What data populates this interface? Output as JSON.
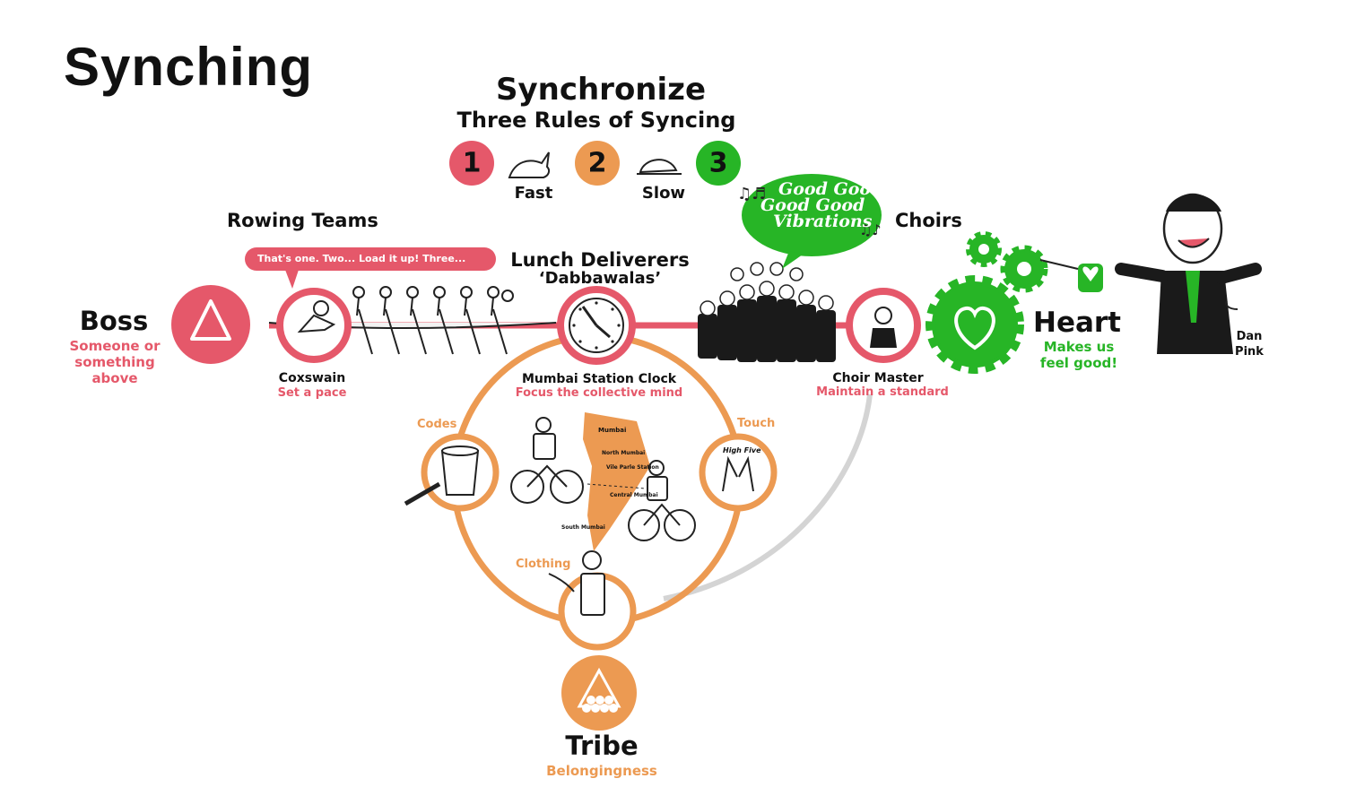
{
  "page": {
    "title": "Synching"
  },
  "header": {
    "title": "Synchronize",
    "subtitle": "Three Rules of Syncing",
    "rules": [
      {
        "number": "1",
        "label": "Fast",
        "color": "#e5586a",
        "icon": "rabbit-icon"
      },
      {
        "number": "2",
        "label": "Slow",
        "color": "#ec9a52",
        "icon": "turtle-icon"
      },
      {
        "number": "3",
        "label": "",
        "color": "#27b526",
        "icon": ""
      }
    ]
  },
  "colors": {
    "red": "#e5586a",
    "orange": "#ec9a52",
    "green": "#27b526",
    "gray": "#d4d4d4"
  },
  "boss": {
    "title": "Boss",
    "lines": [
      "Someone or",
      "something",
      "above"
    ],
    "icon": "triangle-icon"
  },
  "rowing": {
    "title": "Rowing Teams",
    "speech": "That's one.   Two...   Load it up!  Three...",
    "node_title": "Coxswain",
    "node_sub": "Set a pace",
    "icon": "rowing-crew-icon"
  },
  "lunch": {
    "title": "Lunch Deliverers",
    "subtitle": "‘Dabbawalas’",
    "node_title": "Mumbai Station Clock",
    "node_sub": "Focus the collective mind",
    "icon": "clock-icon",
    "map_labels": [
      "Mumbai",
      "North Mumbai",
      "Vile Parle Station",
      "Central Mumbai",
      "South Mumbai"
    ]
  },
  "choirs": {
    "title": "Choirs",
    "bubble": [
      "Good Good",
      "Good Good",
      "Vibrations"
    ],
    "node_title": "Choir Master",
    "node_sub": "Maintain a standard",
    "icon": "choir-icon"
  },
  "heart": {
    "title": "Heart",
    "lines": [
      "Makes us",
      "feel good!"
    ],
    "person": [
      "Dan",
      "Pink"
    ],
    "icon": "heart-gear-icon"
  },
  "tribe": {
    "title": "Tribe",
    "subtitle": "Belongingness",
    "codes": "Codes",
    "touch": "Touch",
    "touch_note": "High Five",
    "clothing": "Clothing",
    "icon": "tribe-triangle-icon"
  }
}
